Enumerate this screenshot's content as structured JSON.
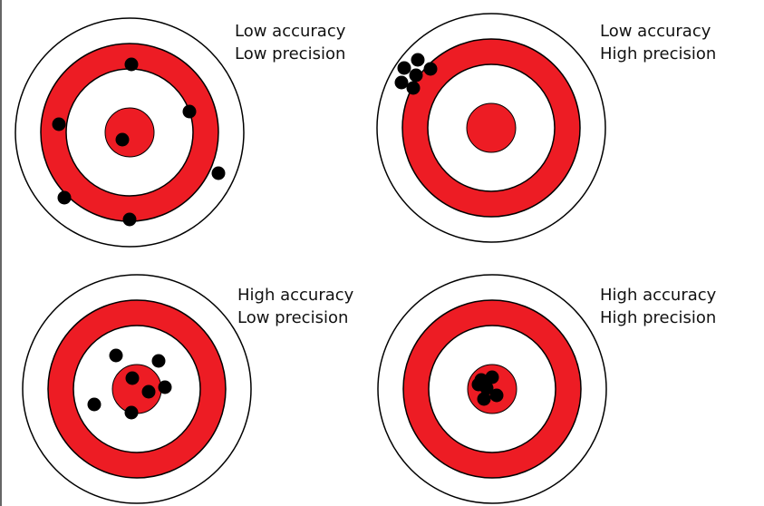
{
  "colors": {
    "target_red": "#ed1c24",
    "ring_outline": "#000000",
    "background": "#ffffff",
    "shot": "#000000"
  },
  "targets": [
    {
      "line1": "Low accuracy",
      "line2": "Low precision"
    },
    {
      "line1": "Low accuracy",
      "line2": "High precision"
    },
    {
      "line1": "High accuracy",
      "line2": "Low precision"
    },
    {
      "line1": "High accuracy",
      "line2": "High precision"
    }
  ]
}
